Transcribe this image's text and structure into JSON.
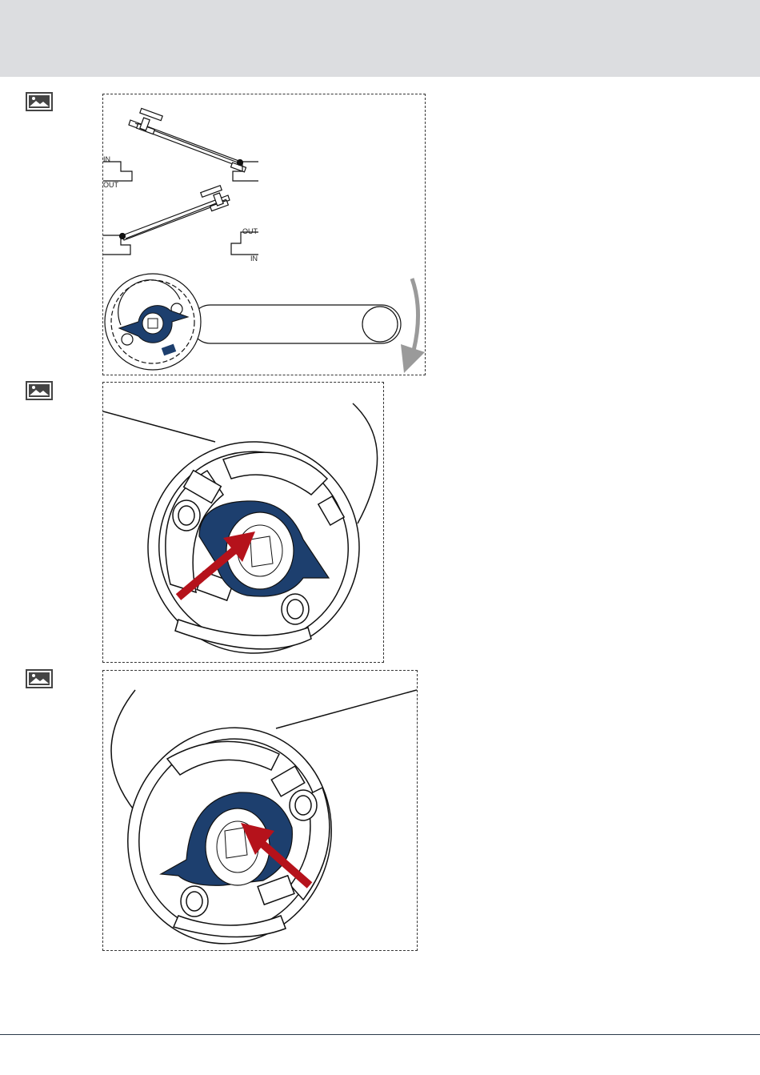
{
  "colors": {
    "header_band": "#dcdde0",
    "part_blue": "#1d3f6e",
    "arrow_red": "#b5121b",
    "arrow_gray": "#9a9a9a",
    "line": "#111111"
  },
  "icons": [
    "image-icon",
    "image-icon",
    "image-icon"
  ],
  "figure1": {
    "label_in_top": "IN",
    "label_out_top": "OUT",
    "label_out_bottom": "OUT",
    "label_in_bottom": "IN"
  }
}
